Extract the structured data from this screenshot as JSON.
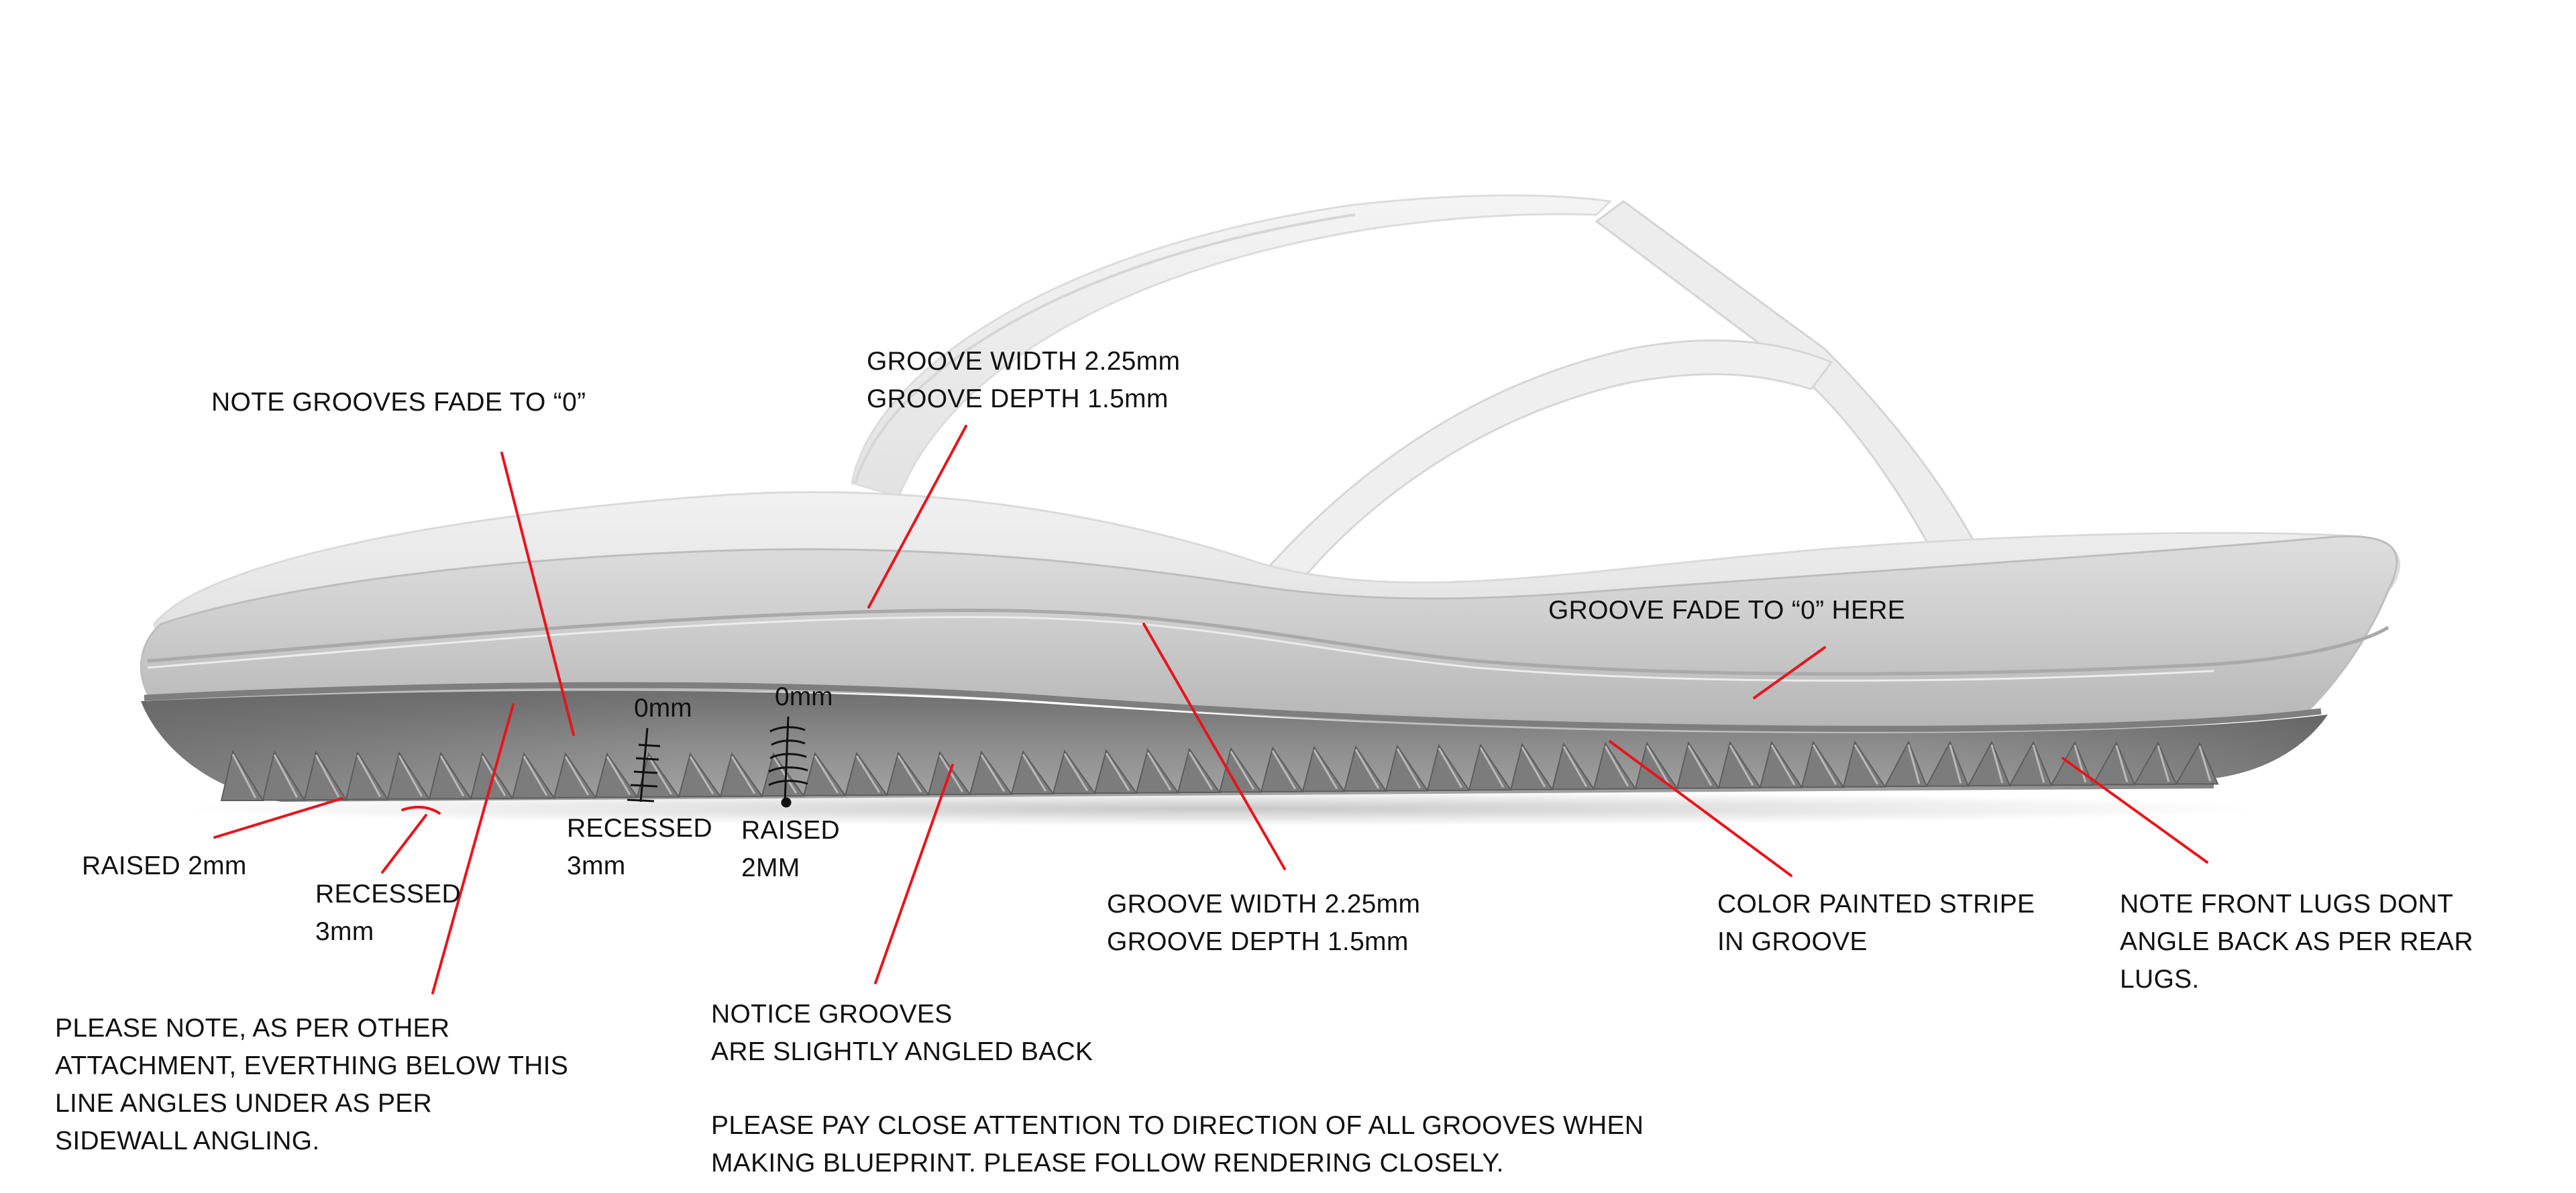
{
  "colors": {
    "leader_line": "#e8141b",
    "text": "#111111",
    "strap": "#eeeeee",
    "footbed": "#eaeaea",
    "midsole": "#c9c9c9",
    "outsole": "#8e8e8e"
  },
  "annotations": {
    "note_grooves_fade": {
      "text": "NOTE GROOVES FADE TO “0”"
    },
    "groove_top": {
      "line1": "GROOVE WIDTH 2.25mm",
      "line2": "GROOVE DEPTH 1.5mm"
    },
    "groove_fade_here": {
      "text": "GROOVE FADE TO “0” HERE"
    },
    "zero_mm_left": {
      "text": "0mm"
    },
    "zero_mm_right": {
      "text": "0mm"
    },
    "raised_2mm": {
      "text": "RAISED 2mm"
    },
    "recessed_3mm_left": {
      "line1": "RECESSED",
      "line2": "3mm"
    },
    "recessed_3mm_center": {
      "line1": "RECESSED",
      "line2": "3mm"
    },
    "raised_2mm_center": {
      "line1": "RAISED",
      "line2": "2MM"
    },
    "groove_bottom": {
      "line1": "GROOVE WIDTH 2.25mm",
      "line2": "GROOVE DEPTH 1.5mm"
    },
    "color_stripe": {
      "line1": "COLOR PAINTED STRIPE",
      "line2": "IN GROOVE"
    },
    "front_lugs": {
      "line1": "NOTE FRONT LUGS DONT",
      "line2": "ANGLE BACK AS PER REAR",
      "line3": "LUGS."
    },
    "attachment_note": {
      "line1": "PLEASE NOTE, AS PER OTHER",
      "line2": "ATTACHMENT, EVERTHING BELOW THIS",
      "line3": "LINE ANGLES UNDER AS PER",
      "line4": "SIDEWALL ANGLING."
    },
    "angled_back": {
      "line1": "NOTICE GROOVES",
      "line2": "ARE SLIGHTLY ANGLED BACK"
    },
    "blueprint_note": {
      "line1": "PLEASE PAY CLOSE ATTENTION TO DIRECTION OF ALL GROOVES WHEN",
      "line2": "MAKING BLUEPRINT. PLEASE FOLLOW RENDERING CLOSELY."
    }
  }
}
